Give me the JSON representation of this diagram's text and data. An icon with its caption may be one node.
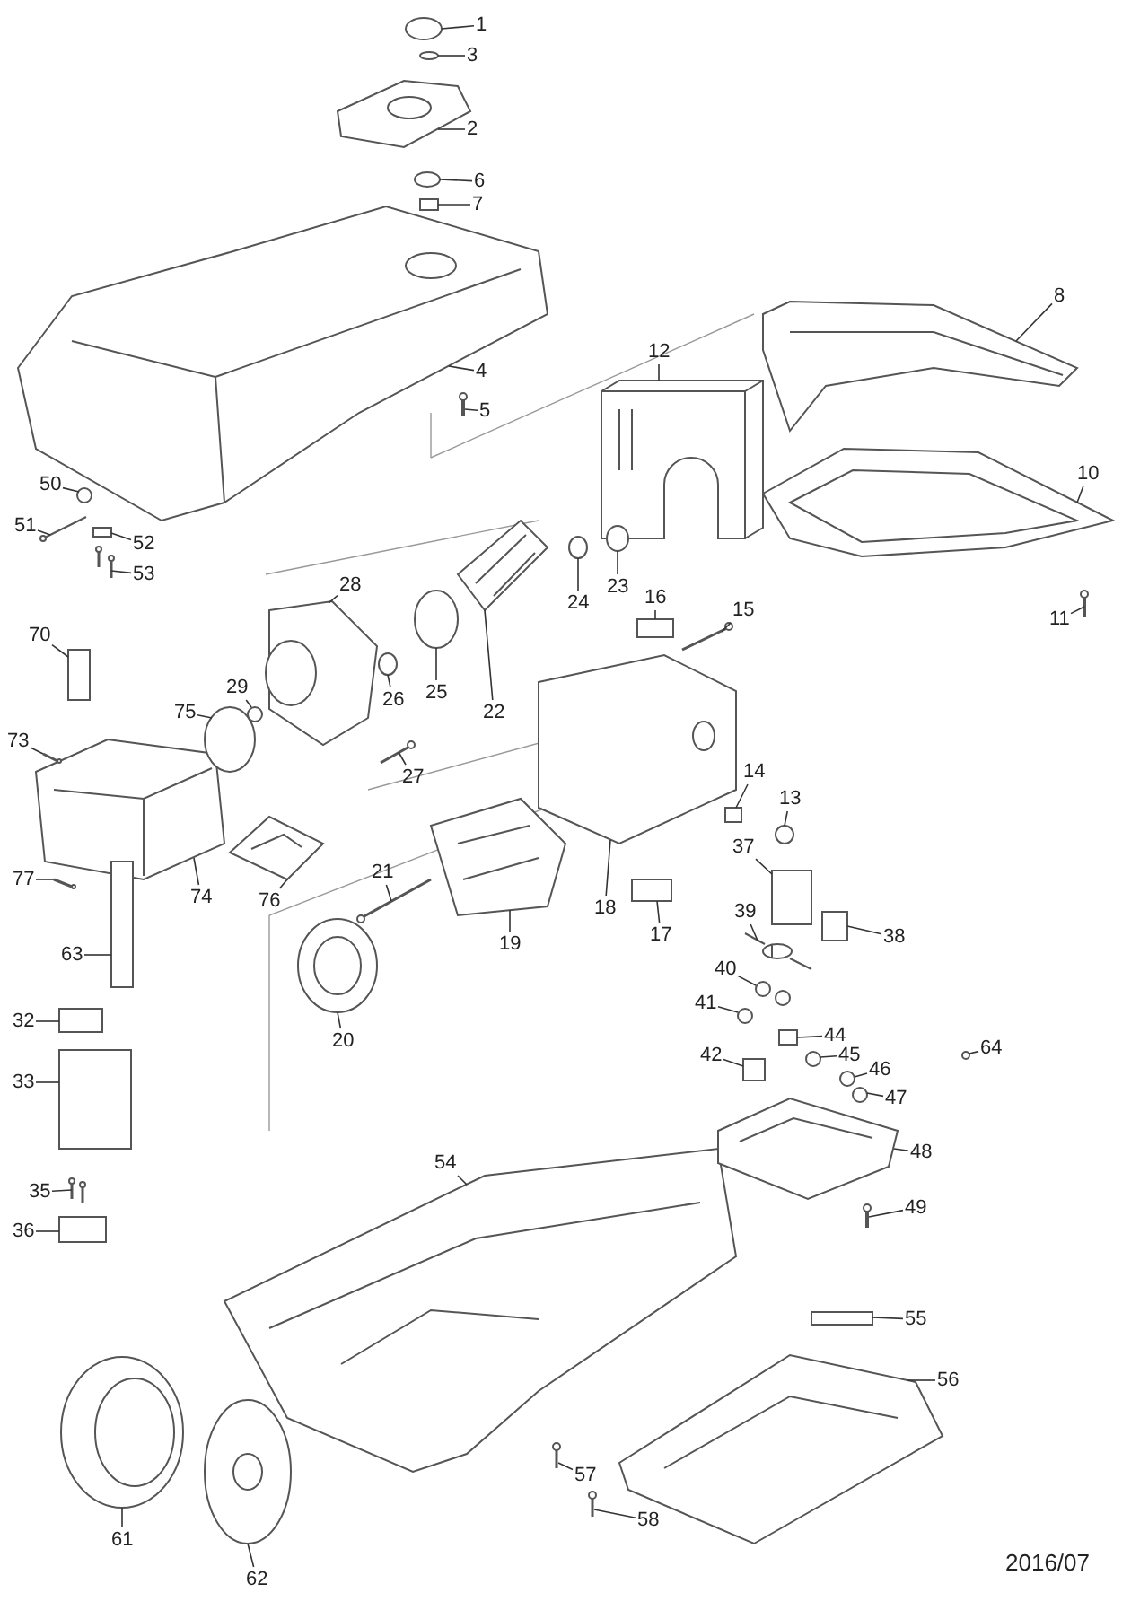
{
  "diagram": {
    "nodes": [
      {
        "text": [
          "1"
        ]
      },
      {
        "text": [
          "3"
        ]
      },
      {
        "text": [
          "2"
        ]
      },
      {
        "text": [
          "6"
        ]
      },
      {
        "text": [
          "7"
        ]
      },
      {
        "text": [
          "8"
        ]
      },
      {
        "text": [
          "4"
        ]
      },
      {
        "text": [
          "12"
        ]
      },
      {
        "text": [
          "5"
        ]
      },
      {
        "text": [
          "10"
        ]
      },
      {
        "text": [
          "50"
        ]
      },
      {
        "text": [
          "51"
        ]
      },
      {
        "text": [
          "52"
        ]
      },
      {
        "text": [
          "53"
        ]
      },
      {
        "text": [
          "23"
        ]
      },
      {
        "text": [
          "24"
        ]
      },
      {
        "text": [
          "11"
        ]
      },
      {
        "text": [
          "28"
        ]
      },
      {
        "text": [
          "16"
        ]
      },
      {
        "text": [
          "15"
        ]
      },
      {
        "text": [
          "70"
        ]
      },
      {
        "text": [
          "26"
        ]
      },
      {
        "text": [
          "29"
        ]
      },
      {
        "text": [
          "25"
        ]
      },
      {
        "text": [
          "22"
        ]
      },
      {
        "text": [
          "75"
        ]
      },
      {
        "text": [
          "27"
        ]
      },
      {
        "text": [
          "73"
        ]
      },
      {
        "text": [
          "14"
        ]
      },
      {
        "text": [
          "13"
        ]
      },
      {
        "text": [
          "77"
        ]
      },
      {
        "text": [
          "74"
        ]
      },
      {
        "text": [
          "37"
        ]
      },
      {
        "text": [
          "21"
        ]
      },
      {
        "text": [
          "76"
        ]
      },
      {
        "text": [
          "18"
        ]
      },
      {
        "text": [
          "39"
        ]
      },
      {
        "text": [
          "17"
        ]
      },
      {
        "text": [
          "38"
        ]
      },
      {
        "text": [
          "19"
        ]
      },
      {
        "text": [
          "63"
        ]
      },
      {
        "text": [
          "40"
        ]
      },
      {
        "text": [
          "41"
        ]
      },
      {
        "text": [
          "32"
        ]
      },
      {
        "text": [
          "44"
        ]
      },
      {
        "text": [
          "20"
        ]
      },
      {
        "text": [
          "64"
        ]
      },
      {
        "text": [
          "45"
        ]
      },
      {
        "text": [
          "42"
        ]
      },
      {
        "text": [
          "46"
        ]
      },
      {
        "text": [
          "47"
        ]
      },
      {
        "text": [
          "33"
        ]
      },
      {
        "text": [
          "48"
        ]
      },
      {
        "text": [
          "54"
        ]
      },
      {
        "text": [
          "35"
        ]
      },
      {
        "text": [
          "49"
        ]
      },
      {
        "text": [
          "36"
        ]
      },
      {
        "text": [
          "55"
        ]
      },
      {
        "text": [
          "56"
        ]
      },
      {
        "text": [
          "57"
        ]
      },
      {
        "text": [
          "61"
        ]
      },
      {
        "text": [
          "58"
        ]
      },
      {
        "text": [
          "62"
        ]
      },
      {
        "text": [],
        "shape": "circle"
      },
      {
        "text": [],
        "shape": "circle"
      },
      {
        "text": [],
        "shape": "picture"
      },
      {
        "text": [],
        "shape": "circle"
      },
      {
        "text": [],
        "shape": "box"
      },
      {
        "text": [],
        "shape": "picture"
      },
      {
        "text": [],
        "shape": "picture"
      },
      {
        "text": [],
        "shape": "picture"
      },
      {
        "text": [],
        "shape": "picture"
      },
      {
        "text": [],
        "shape": "picture"
      },
      {
        "text": [],
        "shape": "circle"
      },
      {
        "text": [],
        "shape": "picture"
      },
      {
        "text": [],
        "shape": "box"
      },
      {
        "text": [],
        "shape": "picture"
      },
      {
        "text": [],
        "shape": "circle"
      },
      {
        "text": [],
        "shape": "circle"
      },
      {
        "text": [],
        "shape": "picture"
      },
      {
        "text": [],
        "shape": "picture"
      },
      {
        "text": [],
        "shape": "box"
      },
      {
        "text": [],
        "shape": "picture"
      },
      {
        "text": [],
        "shape": "box"
      },
      {
        "text": [],
        "shape": "circle"
      },
      {
        "text": [],
        "shape": "circle"
      },
      {
        "text": [],
        "shape": "circle"
      },
      {
        "text": [],
        "shape": "picture"
      },
      {
        "text": [],
        "shape": "circle"
      },
      {
        "text": [],
        "shape": "picture"
      },
      {
        "text": [],
        "shape": "picture"
      },
      {
        "text": [],
        "shape": "box"
      },
      {
        "text": [],
        "shape": "circle"
      },
      {
        "text": [],
        "shape": "picture"
      },
      {
        "text": [],
        "shape": "picture"
      },
      {
        "text": [],
        "shape": "box"
      },
      {
        "text": [],
        "shape": "picture"
      },
      {
        "text": [],
        "shape": "picture"
      },
      {
        "text": [],
        "shape": "picture"
      },
      {
        "text": [],
        "shape": "picture"
      },
      {
        "text": [],
        "shape": "box"
      },
      {
        "text": [],
        "shape": "box"
      },
      {
        "text": [],
        "shape": "picture"
      },
      {
        "text": [],
        "shape": "box"
      },
      {
        "text": [],
        "shape": "picture"
      },
      {
        "text": [],
        "shape": "circle"
      },
      {
        "text": [],
        "shape": "box"
      },
      {
        "text": [],
        "shape": "box"
      },
      {
        "text": [],
        "shape": "picture"
      },
      {
        "text": [],
        "shape": "circle"
      },
      {
        "text": [],
        "shape": "circle"
      },
      {
        "text": [],
        "shape": "box"
      },
      {
        "text": [],
        "shape": "circle"
      },
      {
        "text": [],
        "shape": "circle"
      },
      {
        "text": [],
        "shape": "box"
      },
      {
        "text": [],
        "shape": "picture"
      },
      {
        "text": [],
        "shape": "picture"
      },
      {
        "text": [],
        "shape": "picture"
      },
      {
        "text": [],
        "shape": "picture"
      },
      {
        "text": [],
        "shape": "box"
      },
      {
        "text": [],
        "shape": "box"
      },
      {
        "text": [],
        "shape": "picture"
      },
      {
        "text": [],
        "shape": "picture"
      },
      {
        "text": [],
        "shape": "picture"
      },
      {
        "text": [],
        "shape": "picture"
      },
      {
        "text": [],
        "shape": "picture"
      }
    ],
    "edges": [
      {
        "from": 0,
        "to": 63,
        "arrow": "none"
      },
      {
        "from": 1,
        "to": 64,
        "arrow": "none"
      },
      {
        "from": 2,
        "to": 65,
        "arrow": "none"
      },
      {
        "from": 3,
        "to": 66,
        "arrow": "none"
      },
      {
        "from": 4,
        "to": 67,
        "arrow": "none"
      },
      {
        "from": 5,
        "to": 68,
        "arrow": "none"
      },
      {
        "from": 6,
        "to": 69,
        "arrow": "none"
      },
      {
        "from": 7,
        "to": 70,
        "arrow": "none"
      },
      {
        "from": 8,
        "to": 71,
        "arrow": "none"
      },
      {
        "from": 9,
        "to": 72,
        "arrow": "none"
      },
      {
        "from": 10,
        "to": 73,
        "arrow": "none"
      },
      {
        "from": 11,
        "to": 74,
        "arrow": "none"
      },
      {
        "from": 12,
        "to": 75,
        "arrow": "none"
      },
      {
        "from": 13,
        "to": 76,
        "arrow": "none"
      },
      {
        "from": 14,
        "to": 77,
        "arrow": "none"
      },
      {
        "from": 15,
        "to": 78,
        "arrow": "none"
      },
      {
        "from": 16,
        "to": 79,
        "arrow": "none"
      },
      {
        "from": 17,
        "to": 80,
        "arrow": "none"
      },
      {
        "from": 18,
        "to": 81,
        "arrow": "none"
      },
      {
        "from": 19,
        "to": 82,
        "arrow": "none"
      },
      {
        "from": 20,
        "to": 83,
        "arrow": "none"
      },
      {
        "from": 21,
        "to": 84,
        "arrow": "none"
      },
      {
        "from": 22,
        "to": 85,
        "arrow": "none"
      },
      {
        "from": 23,
        "to": 86,
        "arrow": "none"
      },
      {
        "from": 24,
        "to": 87,
        "arrow": "none"
      },
      {
        "from": 25,
        "to": 88,
        "arrow": "none"
      },
      {
        "from": 26,
        "to": 89,
        "arrow": "none"
      },
      {
        "from": 27,
        "to": 90,
        "arrow": "none"
      },
      {
        "from": 28,
        "to": 91,
        "arrow": "none"
      },
      {
        "from": 29,
        "to": 92,
        "arrow": "none"
      },
      {
        "from": 30,
        "to": 93,
        "arrow": "none"
      },
      {
        "from": 31,
        "to": 94,
        "arrow": "none"
      },
      {
        "from": 32,
        "to": 95,
        "arrow": "none"
      },
      {
        "from": 33,
        "to": 96,
        "arrow": "none"
      },
      {
        "from": 34,
        "to": 97,
        "arrow": "none"
      },
      {
        "from": 35,
        "to": 98,
        "arrow": "none"
      },
      {
        "from": 36,
        "to": 99,
        "arrow": "none"
      },
      {
        "from": 37,
        "to": 100,
        "arrow": "none"
      },
      {
        "from": 38,
        "to": 101,
        "arrow": "none"
      },
      {
        "from": 39,
        "to": 102,
        "arrow": "none"
      },
      {
        "from": 40,
        "to": 103,
        "arrow": "none"
      },
      {
        "from": 41,
        "to": 104,
        "arrow": "none"
      },
      {
        "from": 42,
        "to": 105,
        "arrow": "none"
      },
      {
        "from": 43,
        "to": 106,
        "arrow": "none"
      },
      {
        "from": 44,
        "to": 107,
        "arrow": "none"
      },
      {
        "from": 45,
        "to": 108,
        "arrow": "none"
      },
      {
        "from": 46,
        "to": 109,
        "arrow": "none"
      },
      {
        "from": 47,
        "to": 110,
        "arrow": "none"
      },
      {
        "from": 48,
        "to": 111,
        "arrow": "none"
      },
      {
        "from": 49,
        "to": 112,
        "arrow": "none"
      },
      {
        "from": 50,
        "to": 113,
        "arrow": "none"
      },
      {
        "from": 51,
        "to": 114,
        "arrow": "none"
      },
      {
        "from": 52,
        "to": 115,
        "arrow": "none"
      },
      {
        "from": 53,
        "to": 116,
        "arrow": "none"
      },
      {
        "from": 54,
        "to": 117,
        "arrow": "none"
      },
      {
        "from": 55,
        "to": 118,
        "arrow": "none"
      },
      {
        "from": 56,
        "to": 119,
        "arrow": "none"
      },
      {
        "from": 57,
        "to": 120,
        "arrow": "none"
      },
      {
        "from": 58,
        "to": 121,
        "arrow": "none"
      },
      {
        "from": 59,
        "to": 122,
        "arrow": "none"
      },
      {
        "from": 60,
        "to": 123,
        "arrow": "none"
      },
      {
        "from": 61,
        "to": 124,
        "arrow": "none"
      },
      {
        "from": 62,
        "to": 125,
        "arrow": "none"
      }
    ],
    "labels": [
      "2016/07"
    ]
  }
}
